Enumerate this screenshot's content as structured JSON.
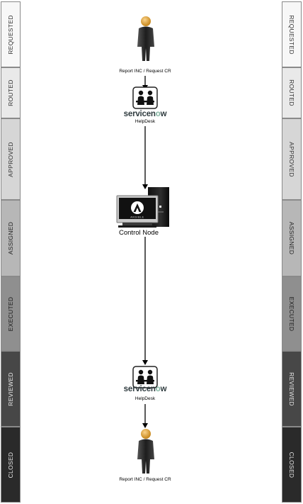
{
  "lanes": {
    "left": [
      "REQUESTED",
      "ROUTED",
      "APPROVED",
      "ASSIGNED",
      "EXECUTED",
      "REVIEWED",
      "CLOSED"
    ],
    "right": [
      "REQUESTED",
      "ROUTED",
      "APPROVED",
      "ASSIGNED",
      "EXECUTED",
      "REVIEWED",
      "CLOSED"
    ]
  },
  "lane_colors": [
    "#f7f7f7",
    "#e9e9e9",
    "#d6d6d6",
    "#b7b7b7",
    "#8f8f8f",
    "#474747",
    "#2a2a2a"
  ],
  "lane_text_colors": [
    "#333333",
    "#333333",
    "#333333",
    "#222222",
    "#1a1a1a",
    "#e6e6e6",
    "#e6e6e6"
  ],
  "nodes": {
    "requester_top": {
      "label": "Report INC / Request CR",
      "icon": "person-icon"
    },
    "helpdesk_top": {
      "brand": "servicenow",
      "brand_prefix": "servicen",
      "brand_o": "o",
      "brand_suffix": "w",
      "label": "HelpDesk",
      "icon": "helpdesk-icon"
    },
    "control_node": {
      "label": "Control Node",
      "screen_text": "ANSIBLE",
      "icon": "computer-icon"
    },
    "helpdesk_bottom": {
      "brand": "servicenow",
      "brand_prefix": "servicen",
      "brand_o": "o",
      "brand_suffix": "w",
      "label": "HelpDesk",
      "icon": "helpdesk-icon"
    },
    "requester_bottom": {
      "label": "Report INC / Request CR",
      "icon": "person-icon"
    }
  }
}
